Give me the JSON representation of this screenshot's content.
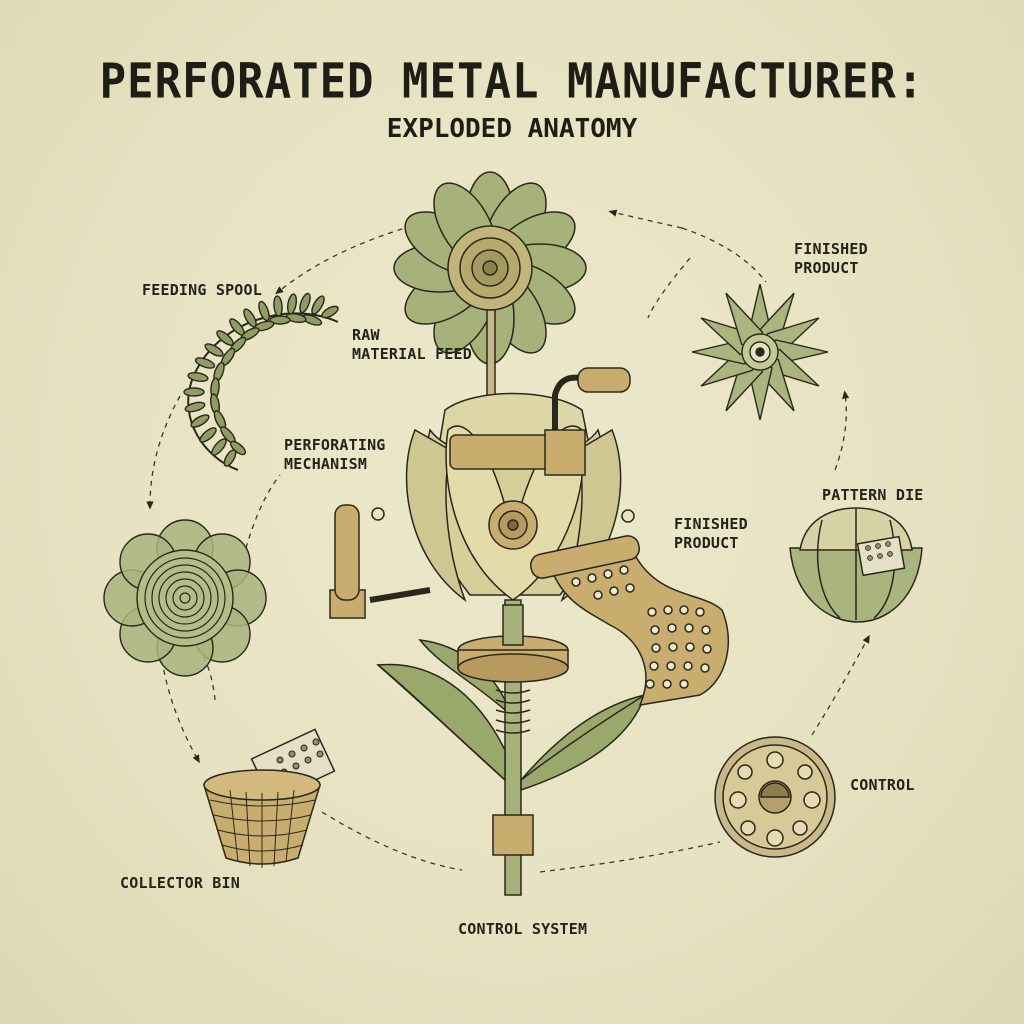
{
  "header": {
    "title": "PERFORATED METAL MANUFACTURER:",
    "subtitle": "EXPLODED ANATOMY"
  },
  "labels": {
    "feeding_spool": "FEEDING SPOOL",
    "raw_material_feed": "RAW\nMATERIAL FEED",
    "finished_product_top": "FINISHED\nPRODUCT",
    "perforating_mechanism": "PERFORATING\nMECHANISM",
    "finished_product_center": "FINISHED\nPRODUCT",
    "pattern_die": "PATTERN DIE",
    "control": "CONTROL",
    "collector_bin": "COLLECTOR BIN",
    "control_system": "CONTROL SYSTEM"
  },
  "colors": {
    "background": "#e8e4c4",
    "leaf_green": "#a9b47e",
    "dark_green": "#7f8c55",
    "brass": "#c7a96c",
    "ink": "#2a281e"
  }
}
